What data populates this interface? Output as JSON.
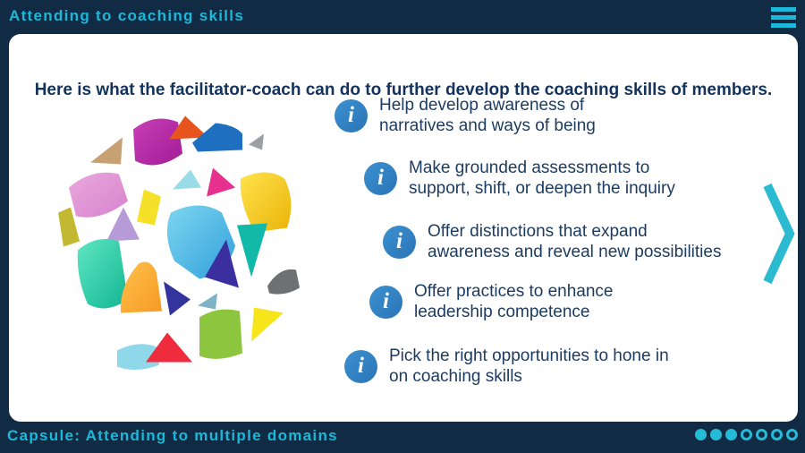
{
  "colors": {
    "frame_navy": "#112b45",
    "accent_cyan": "#1cb8d9",
    "card_white": "#ffffff",
    "text_navy": "#14335c",
    "info_icon_blue": "#2e81c1"
  },
  "top_bar": {
    "title": "Attending to coaching skills",
    "menu_icon": "hamburger-icon"
  },
  "slide": {
    "heading": "Here is what the facilitator-coach can do to further develop the coaching skills of members.",
    "image": "colorful-mosaic-sphere",
    "bullets": [
      {
        "line1": "Help develop awareness of",
        "line2": "narratives and ways of being"
      },
      {
        "line1": "Make grounded assessments to",
        "line2": "support, shift, or deepen the inquiry"
      },
      {
        "line1": "Offer distinctions that expand",
        "line2": "awareness and reveal new possibilities"
      },
      {
        "line1": "Offer practices to enhance",
        "line2": "leadership competence"
      },
      {
        "line1": "Pick the right opportunities to hone in",
        "line2": "on coaching skills"
      }
    ],
    "next_control": "chevron-right"
  },
  "icons": {
    "info_glyph": "i"
  },
  "bottom_bar": {
    "title": "Capsule: Attending to multiple domains",
    "progress": {
      "total": 7,
      "filled": 3
    }
  }
}
